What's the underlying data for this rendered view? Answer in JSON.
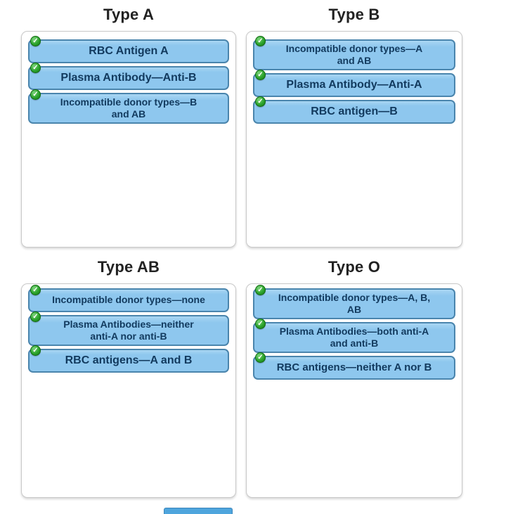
{
  "colors": {
    "page_bg": "#FFFFFF",
    "card_fill": "#8EC7EE",
    "card_border": "#4A85AD",
    "card_text": "#123A5E",
    "check_green": "#2DA42D",
    "dropzone_border": "#C9C9C9",
    "title_text": "#222222",
    "peek_bar_blue": "#4EA5DD"
  },
  "icons": {
    "check_glyph": "✓"
  },
  "groups": [
    {
      "id": "type-a",
      "title": "Type A",
      "cards": [
        {
          "label": "RBC Antigen A",
          "checked": true
        },
        {
          "label": "Plasma Antibody—Anti-B",
          "checked": true
        },
        {
          "label": "Incompatible donor types—B\nand AB",
          "checked": true
        }
      ]
    },
    {
      "id": "type-b",
      "title": "Type B",
      "cards": [
        {
          "label": "Incompatible donor types—A\nand AB",
          "checked": true
        },
        {
          "label": "Plasma Antibody—Anti-A",
          "checked": true
        },
        {
          "label": "RBC antigen—B",
          "checked": true
        }
      ]
    },
    {
      "id": "type-ab",
      "title": "Type AB",
      "cards": [
        {
          "label": "Incompatible donor types—none",
          "checked": true
        },
        {
          "label": "Plasma Antibodies—neither\nanti-A nor anti-B",
          "checked": true
        },
        {
          "label": "RBC antigens—A and B",
          "checked": true
        }
      ]
    },
    {
      "id": "type-o",
      "title": "Type O",
      "cards": [
        {
          "label": "Incompatible donor types—A, B,\nAB",
          "checked": true
        },
        {
          "label": "Plasma Antibodies—both anti-A\nand anti-B",
          "checked": true
        },
        {
          "label": "RBC antigens—neither A nor B",
          "checked": true
        }
      ]
    }
  ]
}
